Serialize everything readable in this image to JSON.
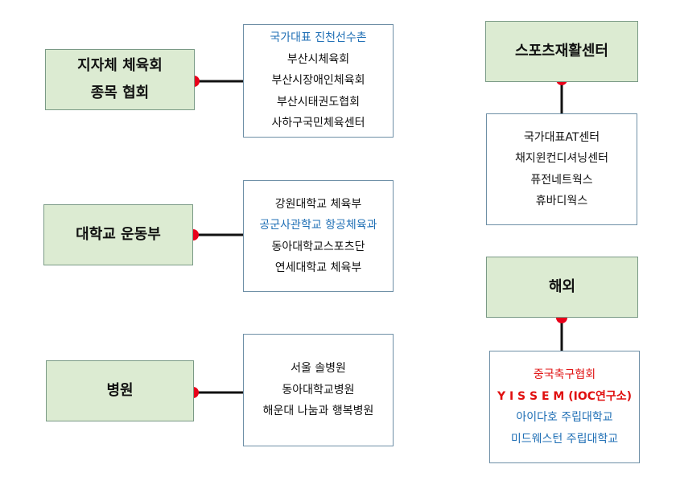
{
  "categories": {
    "local": {
      "lines": [
        "지자체 체육회",
        "종목 협회"
      ]
    },
    "university": {
      "lines": [
        "대학교 운동부"
      ]
    },
    "hospital": {
      "lines": [
        "병원"
      ]
    },
    "rehab": {
      "lines": [
        "스포츠재활센터"
      ]
    },
    "overseas": {
      "lines": [
        "해외"
      ]
    }
  },
  "lists": {
    "local": [
      "국가대표 진천선수촌",
      "부산시체육회",
      "부산시장애인체육회",
      "부산시태권도협회",
      "사하구국민체육센터"
    ],
    "university": [
      "강원대학교 체육부",
      "공군사관학교 항공체육과",
      "동아대학교스포츠단",
      "연세대학교 체육부"
    ],
    "hospital": [
      "서울 솔병원",
      "동아대학교병원",
      "해운대 나눔과 행복병원"
    ],
    "rehab": [
      "국가대표AT센터",
      "채지윈컨디셔닝센터",
      "퓨전네트웍스",
      "휴바디웍스"
    ],
    "overseas": [
      "중국축구협회",
      "Y I S S E M (IOC연구소)",
      "아이다호 주립대학교",
      "미드웨스턴 주립대학교"
    ]
  },
  "colors": {
    "category_fill": "#dcebd2",
    "connector_dot": "#e8001a",
    "highlight_blue": "#1f6fb5",
    "highlight_red": "#e01010"
  }
}
